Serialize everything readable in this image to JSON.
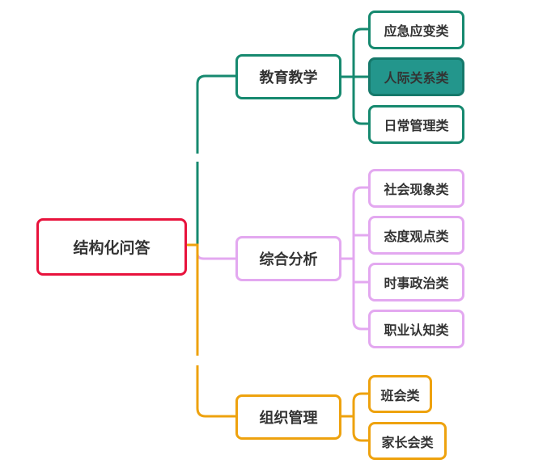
{
  "root": {
    "label": "结构化问答",
    "color": "#e8123c"
  },
  "branches": [
    {
      "label": "教育教学",
      "color": "#16896f",
      "children": [
        "应急应变类",
        "人际关系类",
        "日常管理类"
      ],
      "selected_child": "人际关系类"
    },
    {
      "label": "综合分析",
      "color": "#e3a8f0",
      "children": [
        "社会现象类",
        "态度观点类",
        "时事政治类",
        "职业认知类"
      ]
    },
    {
      "label": "组织管理",
      "color": "#eea20e",
      "children": [
        "班会类",
        "家长会类"
      ]
    }
  ]
}
